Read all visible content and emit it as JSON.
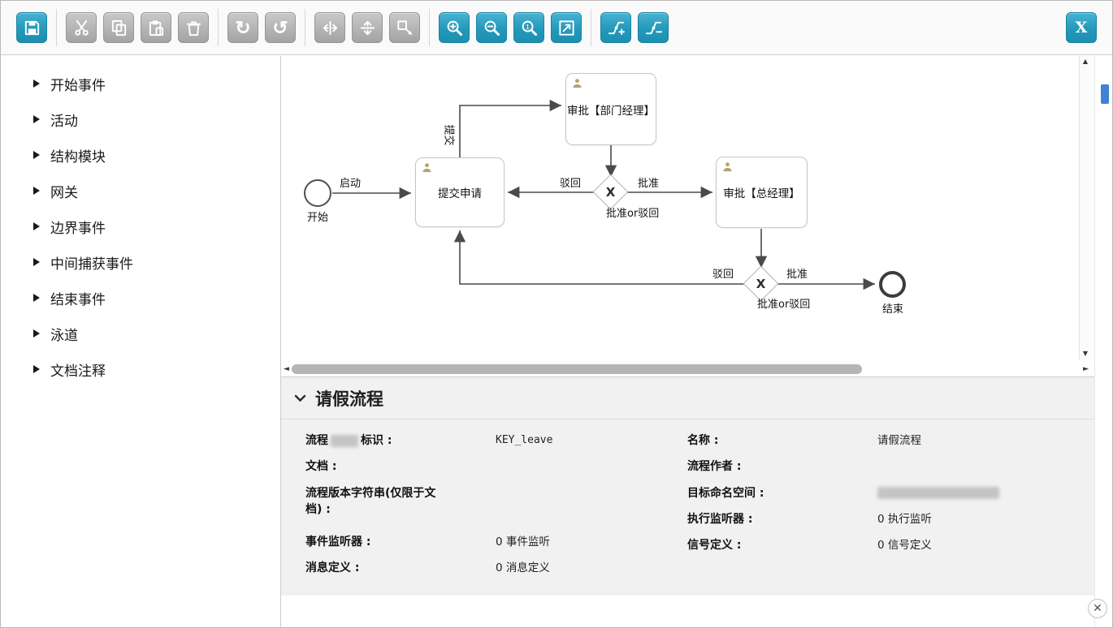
{
  "toolbar": {
    "close_label": "X",
    "zoom_actual_glyph": "1",
    "redo_glyph": "↻",
    "undo_glyph": "↺"
  },
  "palette": {
    "items": [
      "开始事件",
      "活动",
      "结构模块",
      "网关",
      "边界事件",
      "中间捕获事件",
      "结束事件",
      "泳道",
      "文档注释"
    ]
  },
  "diagram": {
    "start_label": "开始",
    "end_label": "结束",
    "tasks": {
      "submit": "提交申请",
      "dept_manager": "审批【部门经理】",
      "general_manager": "审批【总经理】"
    },
    "gateway_glyph": "X",
    "gateway_caption": "批准or驳回",
    "edge_labels": {
      "launch": "启动",
      "submit_up": "提交",
      "reject": "驳回",
      "approve": "批准"
    }
  },
  "properties": {
    "title": "请假流程",
    "process_id": {
      "label_prefix": "流程",
      "label_suffix": "标识 :",
      "value": "KEY_leave"
    },
    "doc_label": "文档 :",
    "version_label": "流程版本字符串(仅限于文档) :",
    "event_listener": {
      "label": "事件监听器 :",
      "value": "0 事件监听"
    },
    "message_def": {
      "label": "消息定义 :",
      "value": "0 消息定义"
    },
    "name": {
      "label": "名称 :",
      "value": "请假流程"
    },
    "author_label": "流程作者 :",
    "namespace_label": "目标命名空间 :",
    "exec_listener": {
      "label": "执行监听器 :",
      "value": "0 执行监听"
    },
    "signal_def": {
      "label": "信号定义 :",
      "value": "0 信号定义"
    }
  }
}
